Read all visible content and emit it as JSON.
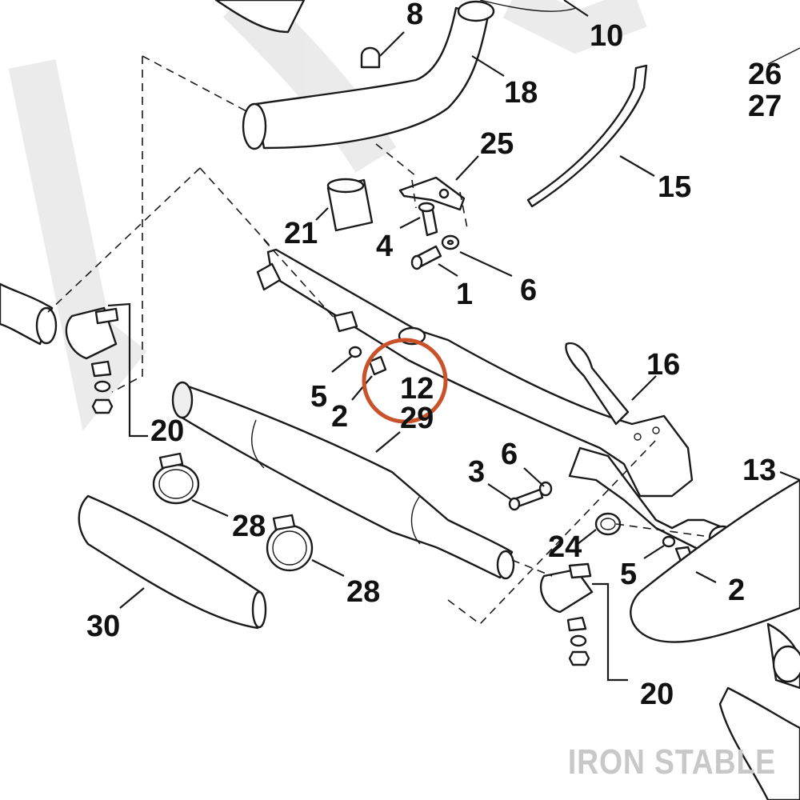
{
  "watermark": "IRON STABLE",
  "highlight": {
    "label": "12",
    "color": "#c9522a"
  },
  "callouts": [
    {
      "id": "c8",
      "text": "8"
    },
    {
      "id": "c10",
      "text": "10"
    },
    {
      "id": "c18",
      "text": "18"
    },
    {
      "id": "c26",
      "text": "26"
    },
    {
      "id": "c27",
      "text": "27"
    },
    {
      "id": "c25",
      "text": "25"
    },
    {
      "id": "c15",
      "text": "15"
    },
    {
      "id": "c21",
      "text": "21"
    },
    {
      "id": "c4",
      "text": "4"
    },
    {
      "id": "c1",
      "text": "1"
    },
    {
      "id": "c6a",
      "text": "6"
    },
    {
      "id": "c16",
      "text": "16"
    },
    {
      "id": "c5a",
      "text": "5"
    },
    {
      "id": "c2a",
      "text": "2"
    },
    {
      "id": "c29",
      "text": "29"
    },
    {
      "id": "c20a",
      "text": "20"
    },
    {
      "id": "c3",
      "text": "3"
    },
    {
      "id": "c6b",
      "text": "6"
    },
    {
      "id": "c13",
      "text": "13"
    },
    {
      "id": "c28a",
      "text": "28"
    },
    {
      "id": "c24",
      "text": "24"
    },
    {
      "id": "c28b",
      "text": "28"
    },
    {
      "id": "c5b",
      "text": "5"
    },
    {
      "id": "c2b",
      "text": "2"
    },
    {
      "id": "c30",
      "text": "30"
    },
    {
      "id": "c20b",
      "text": "20"
    }
  ]
}
